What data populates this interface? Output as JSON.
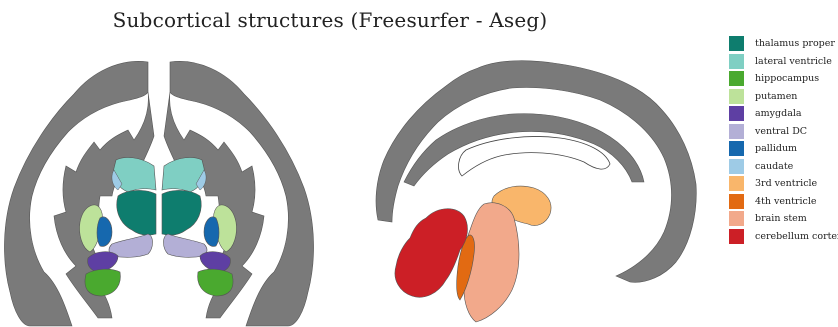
{
  "figure": {
    "title": "Subcortical structures (Freesurfer - Aseg)"
  },
  "legend": {
    "items": [
      {
        "label": "thalamus proper",
        "color": "#0e7d6e"
      },
      {
        "label": "lateral ventricle",
        "color": "#7fcfc3"
      },
      {
        "label": "hippocampus",
        "color": "#4aa92f"
      },
      {
        "label": "putamen",
        "color": "#bde29a"
      },
      {
        "label": "amygdala",
        "color": "#5e3fa3"
      },
      {
        "label": "ventral DC",
        "color": "#b3afd6"
      },
      {
        "label": "pallidum",
        "color": "#1668ae"
      },
      {
        "label": "caudate",
        "color": "#9ecbe6"
      },
      {
        "label": "3rd ventricle",
        "color": "#f9b66b"
      },
      {
        "label": "4th ventricle",
        "color": "#e26a12"
      },
      {
        "label": "brain stem",
        "color": "#f2a98b"
      },
      {
        "label": "cerebellum cortex",
        "color": "#cc1f26"
      }
    ]
  },
  "colors": {
    "cortex": "#7a7a7a",
    "white_matter": "#ffffff",
    "outline": "#444444"
  }
}
